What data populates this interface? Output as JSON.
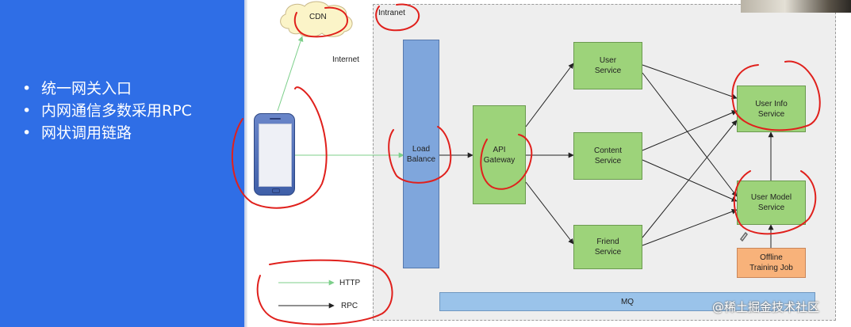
{
  "bullets": [
    "统一网关入口",
    "内网通信多数采用RPC",
    "网状调用链路"
  ],
  "labels": {
    "cdn": "CDN",
    "intranet": "Intranet",
    "internet": "Internet"
  },
  "nodes": {
    "load_balance": "Load\nBalance",
    "api_gateway": "API\nGateway",
    "user_service": "User\nService",
    "content_service": "Content\nService",
    "friend_service": "Friend\nService",
    "user_info_service": "User Info\nService",
    "user_model_service": "User Model\nService",
    "offline_training_job": "Offline\nTraining Job",
    "mq": "MQ"
  },
  "legend": {
    "http": "HTTP",
    "rpc": "RPC"
  },
  "colors": {
    "slide_blue": "#2f6ee6",
    "service_green": "#9dd37a",
    "load_balance_blue": "#7fa6dc",
    "training_orange": "#f8b27a",
    "mq_blue": "#9ac3ea",
    "http_arrow": "#7ccf8a",
    "rpc_arrow": "#222222",
    "annotation_red": "#e0201c"
  },
  "watermark": "@稀土掘金技术社区"
}
